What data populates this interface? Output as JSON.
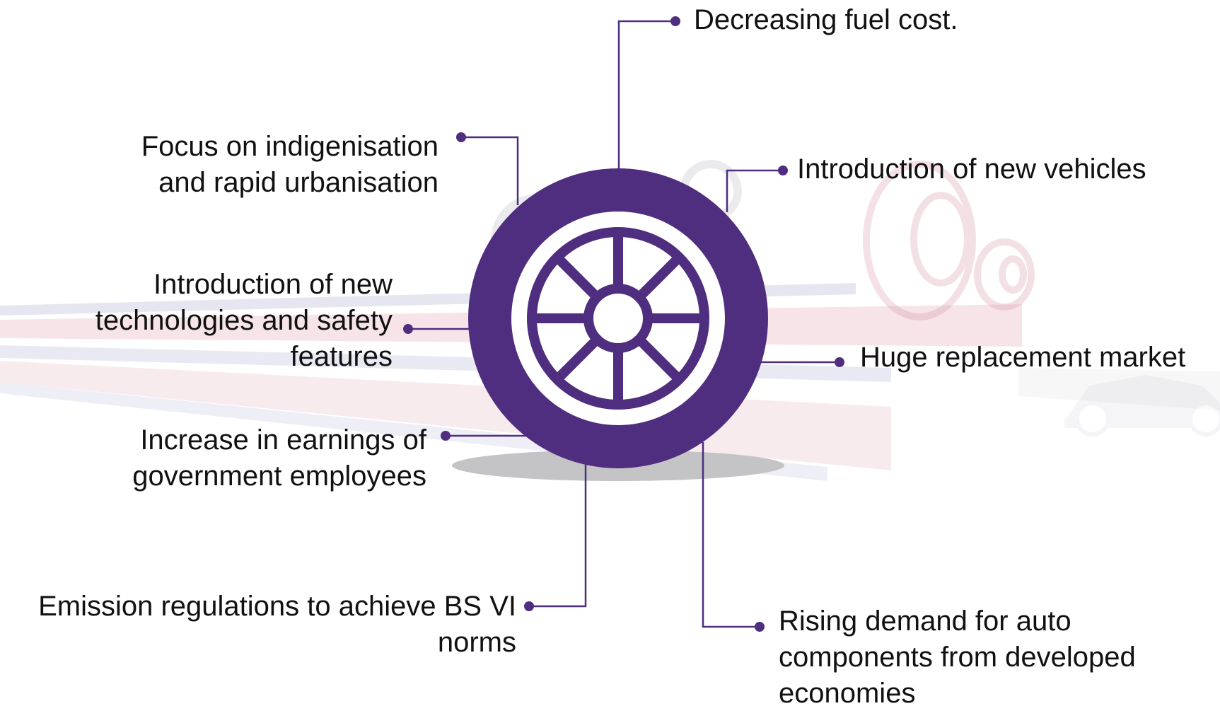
{
  "colors": {
    "accent": "#4f2d7f",
    "background_stripe_red": "#eecfd6",
    "background_stripe_blue": "#d8d8ea",
    "shadow": "#c4c4c6"
  },
  "center_icon": "tyre-wheel-icon",
  "drivers": [
    {
      "id": "decreasing-fuel-cost",
      "text": "Decreasing fuel cost."
    },
    {
      "id": "new-vehicles",
      "text": "Introduction of new vehicles"
    },
    {
      "id": "indigenisation",
      "text": "Focus on indigenisation\nand rapid urbanisation"
    },
    {
      "id": "technologies",
      "text": "Introduction of new\ntechnologies and safety\nfeatures"
    },
    {
      "id": "replacement-market",
      "text": "Huge replacement market"
    },
    {
      "id": "earnings",
      "text": "Increase in earnings of\ngovernment employees"
    },
    {
      "id": "emission",
      "text": "Emission regulations to achieve BS VI\nnorms"
    },
    {
      "id": "auto-components",
      "text": "Rising demand for auto\ncomponents from developed\neconomies"
    }
  ]
}
